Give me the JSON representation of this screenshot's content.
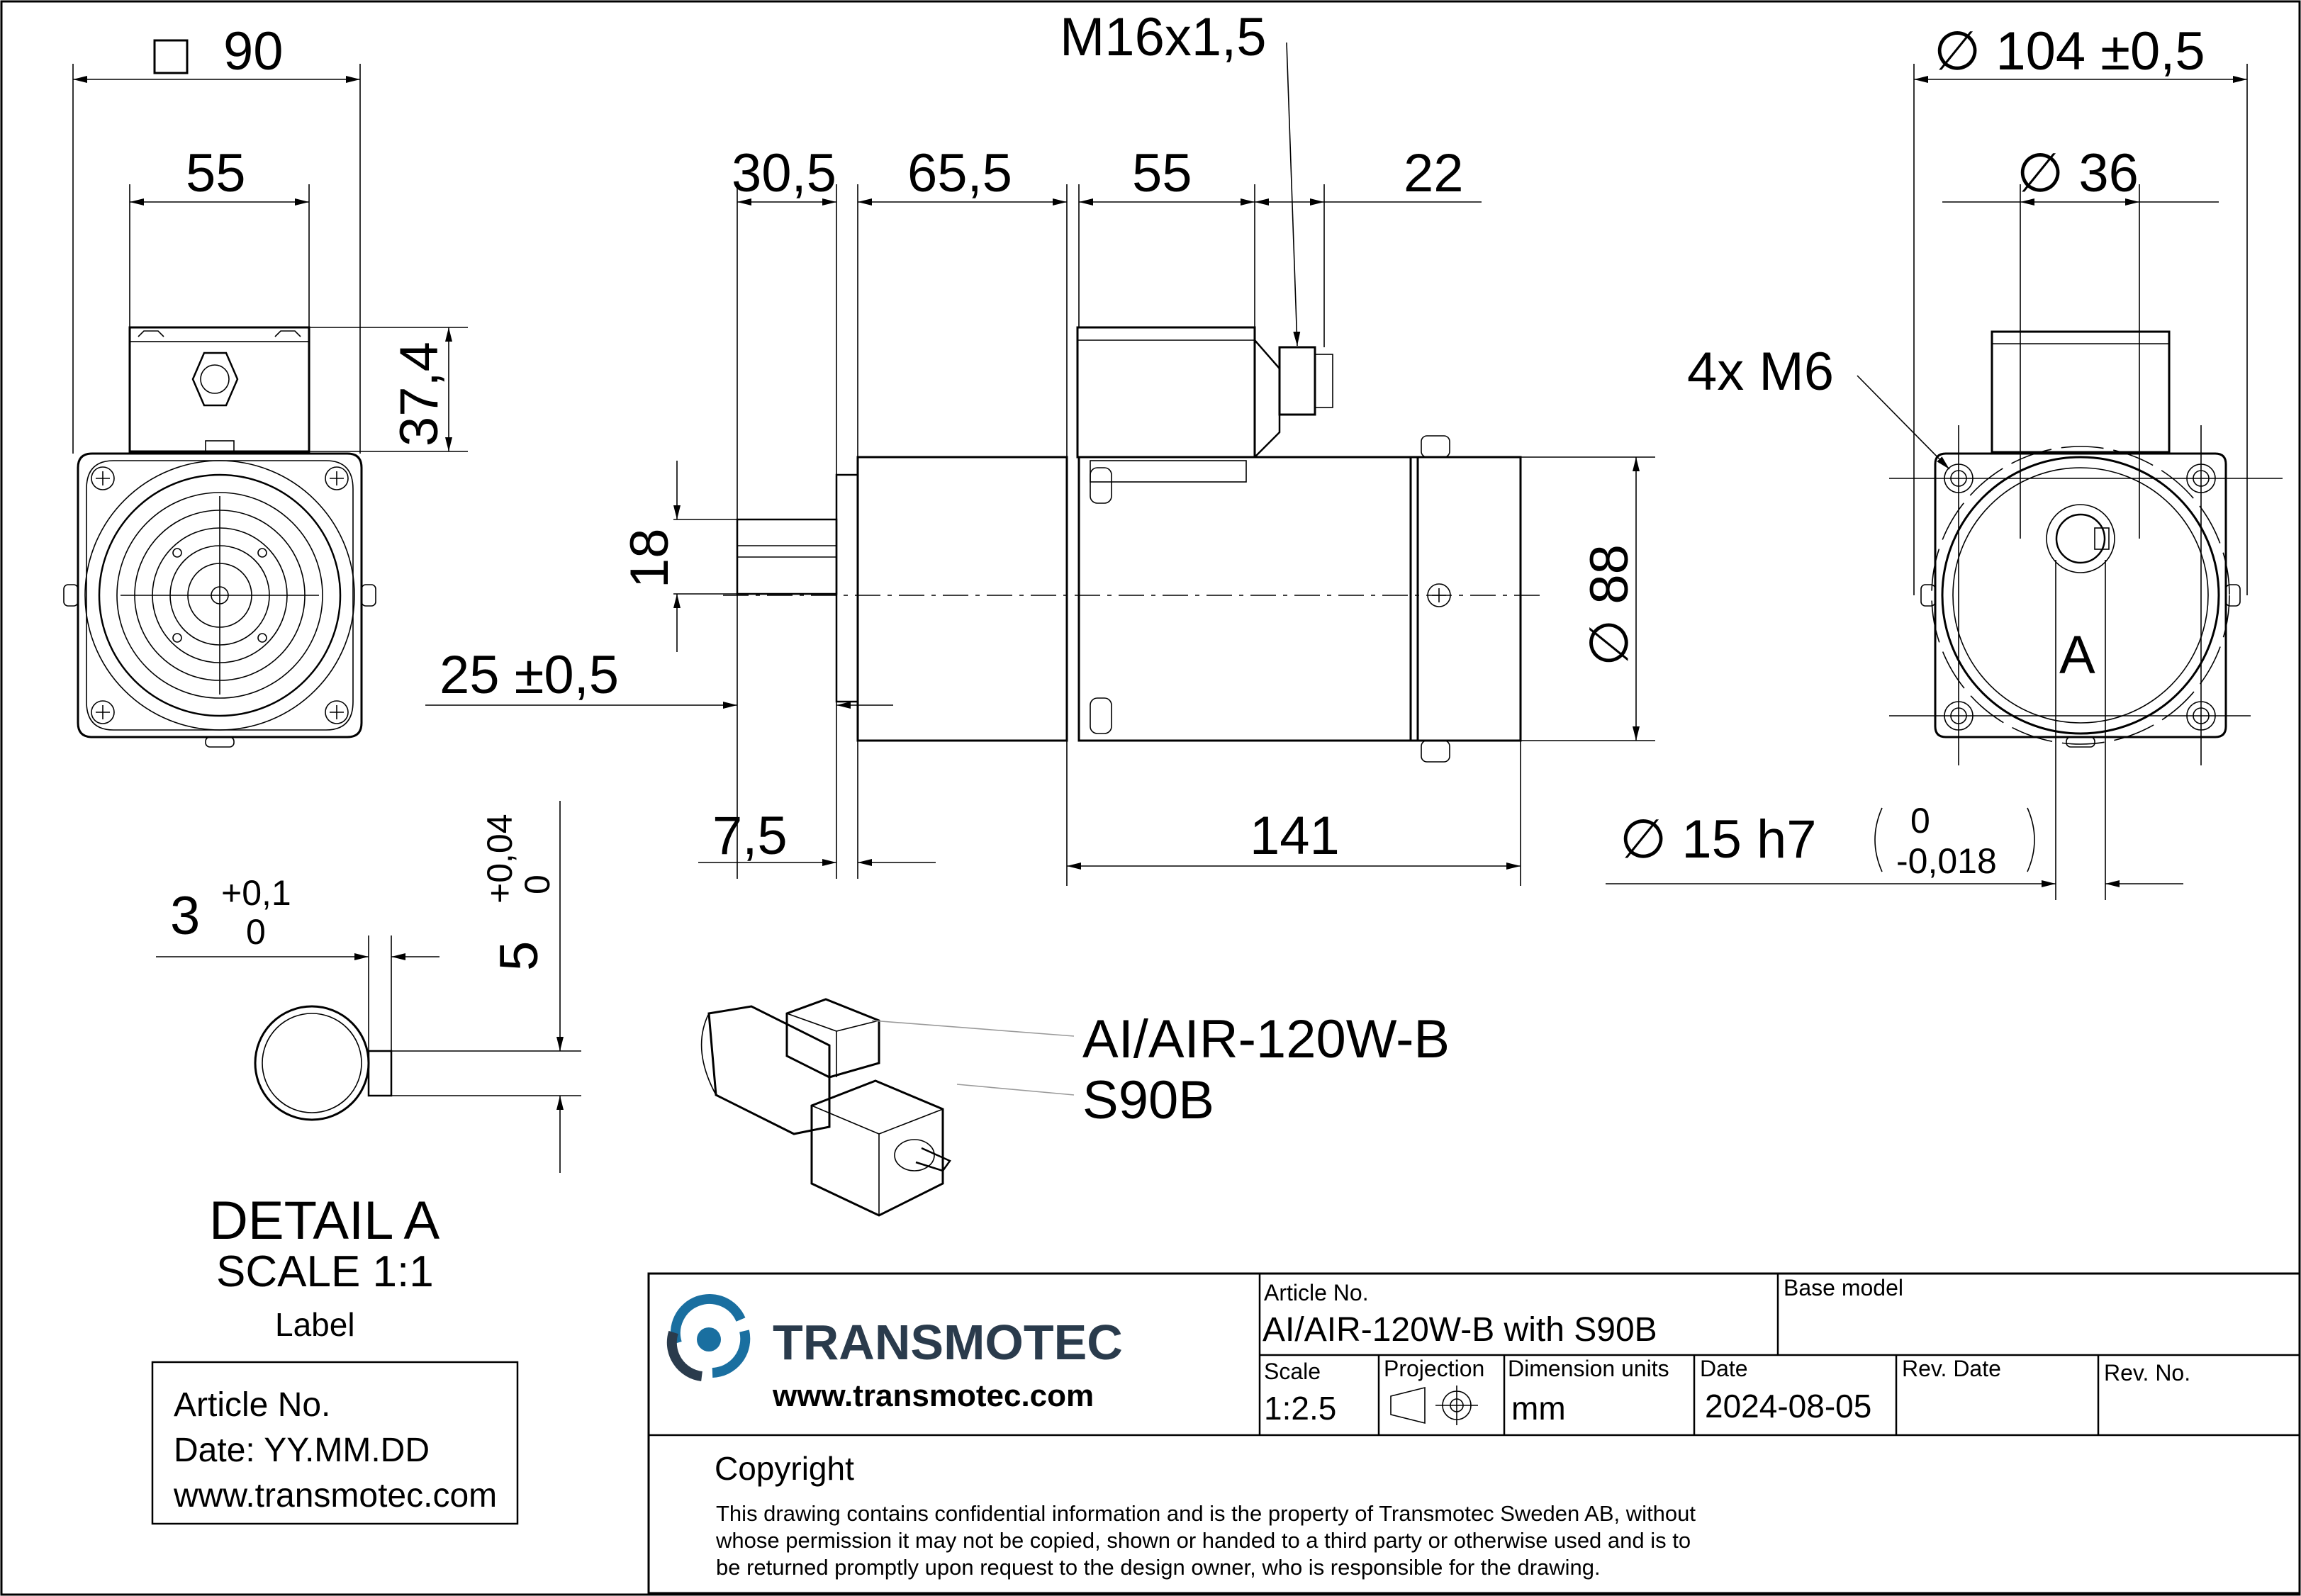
{
  "drawing": {
    "front_view": {
      "square": "90",
      "width": "55",
      "height": "37,4"
    },
    "side_view": {
      "d1": "30,5",
      "d2": "65,5",
      "d3": "55",
      "d4": "22",
      "thread": "M16x1,5",
      "shaft": "18",
      "shaft_len": "25 ±0,5",
      "pilot": "7,5",
      "body_len": "141",
      "dia": "∅ 88"
    },
    "rear_view": {
      "outer_dia": "∅ 104 ±0,5",
      "inner_dia": "∅ 36",
      "holes": "4x M6",
      "detail_marker": "A",
      "shaft_dia": "∅ 15 h7",
      "tol_upper": "0",
      "tol_lower": "-0,018"
    },
    "detail": {
      "key_width": "3",
      "key_width_tol_up": "+0,1",
      "key_width_tol_low": "0",
      "key_depth": "5",
      "key_depth_tol_up": "+0,04",
      "key_depth_tol_low": "0",
      "title": "DETAIL A",
      "scale": "SCALE 1:1"
    },
    "label_box": {
      "caption": "Label",
      "line1": "Article No.",
      "line2": "Date: YY.MM.DD",
      "line3": "www.transmotec.com"
    },
    "iso_callouts": {
      "motor": "AI/AIR-120W-B",
      "gearbox": "S90B"
    }
  },
  "title_block": {
    "company": "TRANSMOTEC",
    "website": "www.transmotec.com",
    "article_label": "Article No.",
    "article_value": "AI/AIR-120W-B with S90B",
    "base_model_label": "Base model",
    "base_model_value": "",
    "scale_label": "Scale",
    "scale_value": "1:2.5",
    "projection_label": "Projection",
    "units_label": "Dimension units",
    "units_value": "mm",
    "date_label": "Date",
    "date_value": "2024-08-05",
    "rev_date_label": "Rev. Date",
    "rev_date_value": "",
    "rev_no_label": "Rev. No.",
    "rev_no_value": "",
    "copyright_title": "Copyright",
    "copyright_line1": "This drawing contains confidential information and is the property of Transmotec Sweden AB, without",
    "copyright_line2": "whose permission it may not be copied, shown or handed to a third party or otherwise used and is to",
    "copyright_line3": "be returned promptly upon request to the design owner, who is responsible for the drawing."
  },
  "colors": {
    "logo_blue": "#1a6fa0",
    "logo_dark": "#2a3b4c"
  }
}
